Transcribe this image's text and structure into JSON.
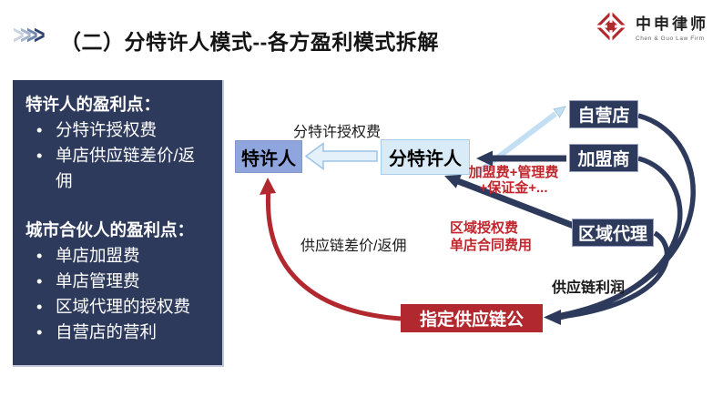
{
  "header": {
    "chevron_glyph": ">",
    "title": "（二）分特许人模式--各方盈利模式拆解",
    "logo": {
      "name_cn": "中申律师",
      "name_en": "Chen & Guo Law Firm"
    }
  },
  "sidebar": {
    "sections": [
      {
        "heading": "特许人的盈利点：",
        "items": [
          "分特许授权费",
          "单店供应链差价/返佣"
        ]
      },
      {
        "heading": "城市合伙人的盈利点：",
        "items": [
          "单店加盟费",
          "单店管理费",
          "区域代理的授权费",
          "自营店的营利"
        ]
      }
    ]
  },
  "diagram": {
    "nodes": {
      "franchisor": "特许人",
      "sub_franchisor": "分特许人",
      "own_store": "自营店",
      "franchisee": "加盟商",
      "regional_agent": "区域代理",
      "supply_chain": "指定供应链公"
    },
    "labels": {
      "sub_franchise_fee": "分特许授权费",
      "join_fee_line1": "加盟费+管理费",
      "join_fee_line2": "+保证金+...",
      "regional_fee_line1": "区域授权费",
      "regional_fee_line2": "单店合同费用",
      "supply_diff": "供应链差价/返佣",
      "supply_profit": "供应链利润"
    }
  },
  "colors": {
    "navy": "#2d3a5c",
    "periwinkle": "#8fa5de",
    "light_blue_fill": "#daebf8",
    "light_blue_border": "#a9cbe8",
    "red": "#b1282e",
    "red_text": "#c2262c"
  }
}
